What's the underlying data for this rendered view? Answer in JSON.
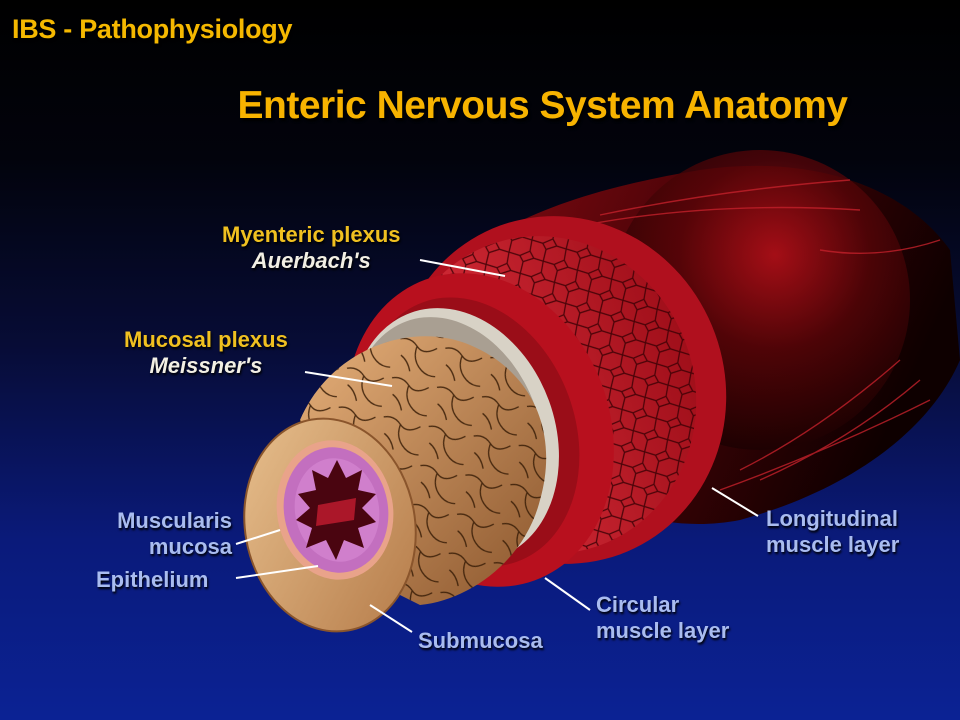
{
  "slide_label": "IBS - Pathophysiology",
  "title": "Enteric Nervous System Anatomy",
  "labels": {
    "myenteric": {
      "name": "Myenteric plexus",
      "eponym": "Auerbach's"
    },
    "mucosal": {
      "name": "Mucosal plexus",
      "eponym": "Meissner's"
    },
    "muscularis_mucosa": [
      "Muscularis",
      "mucosa"
    ],
    "epithelium": "Epithelium",
    "submucosa": "Submucosa",
    "circular_muscle": [
      "Circular",
      "muscle layer"
    ],
    "longitudinal_muscle": [
      "Longitudinal",
      "muscle layer"
    ]
  },
  "colors": {
    "title": "#f7b300",
    "plexus_label": "#f0c020",
    "layer_label": "#a9bcf0",
    "muscle": "#b0101e",
    "submucosa": "#c48a55",
    "epithelium": "#c36fbf"
  }
}
